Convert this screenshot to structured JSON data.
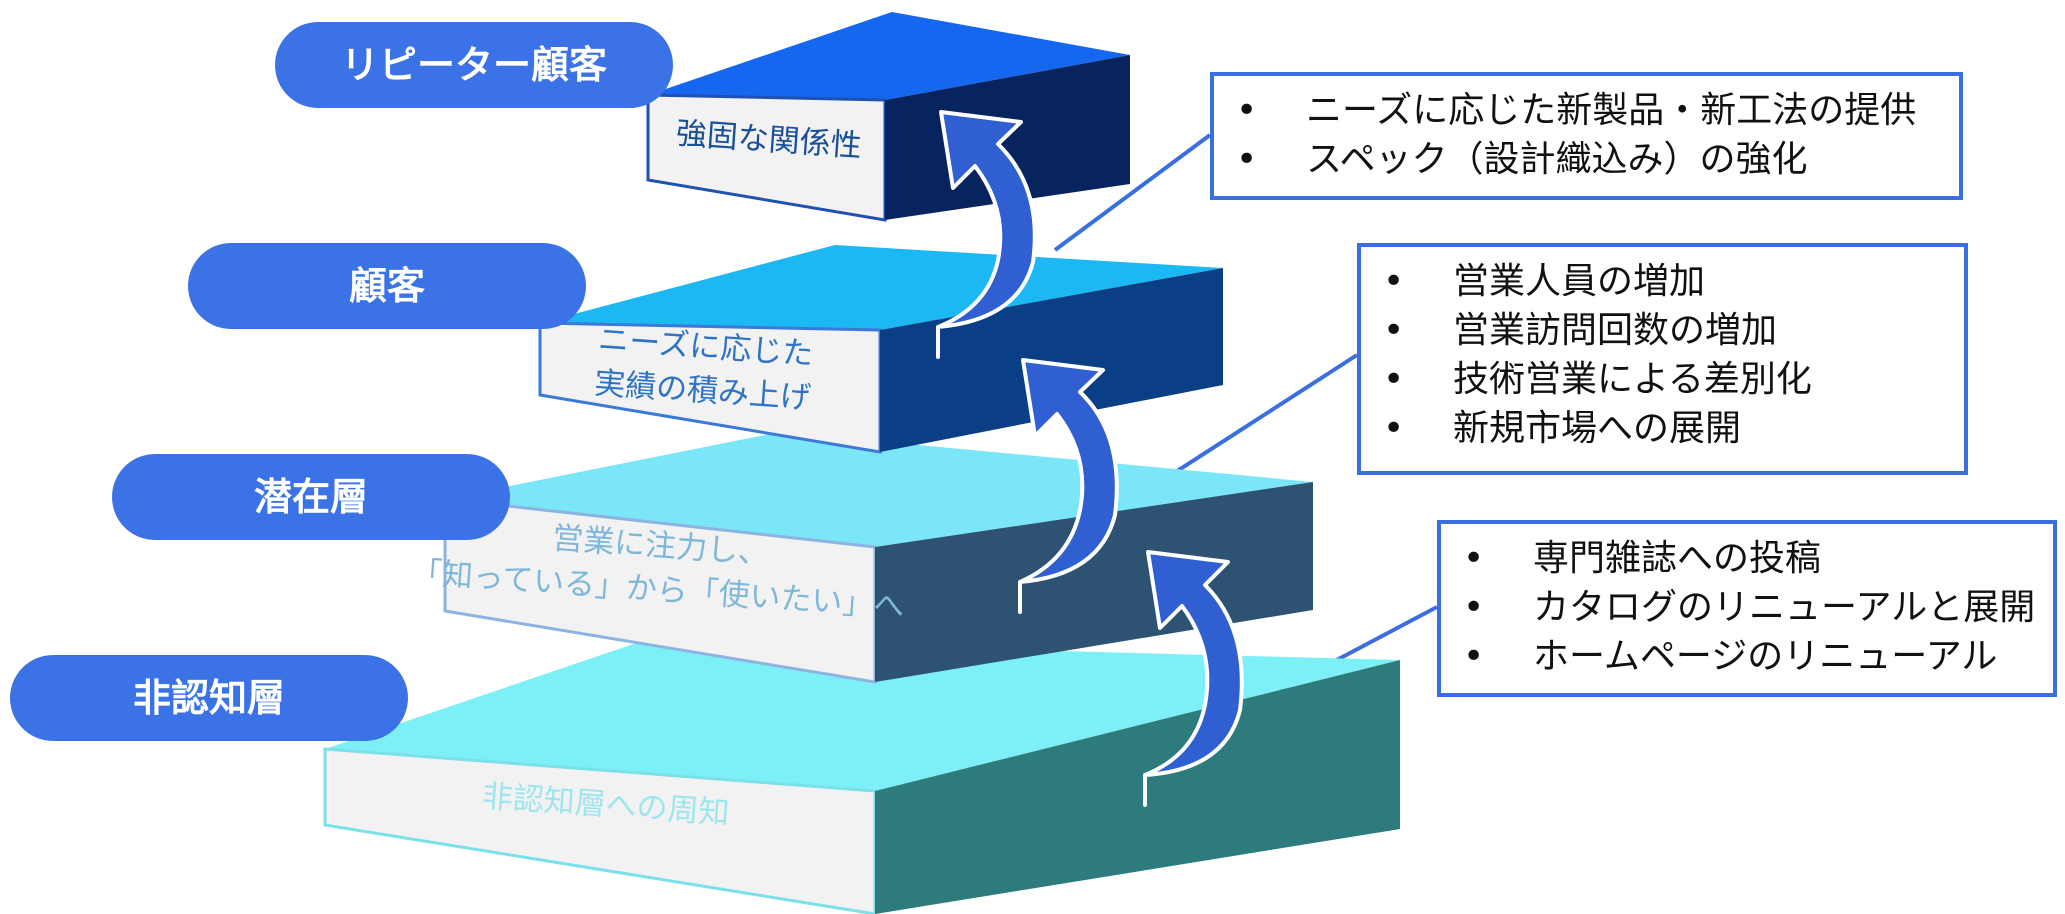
{
  "levels": [
    {
      "label": "非認知層",
      "front_lines": [
        "非認知層への周知"
      ],
      "colors": {
        "top": "#7cf0f6",
        "front": "#f2f2f2",
        "side": "#2d7b7c",
        "text": "#9de6ee",
        "border": "#7ae0ea"
      }
    },
    {
      "label": "潜在層",
      "front_lines": [
        "営業に注力し、",
        "「知っている」から「使いたい」へ"
      ],
      "colors": {
        "top": "#7ae6f8",
        "front": "#f2f2f2",
        "side": "#2e5272",
        "text": "#7fb7d8",
        "border": "#8db4e0"
      }
    },
    {
      "label": "顧客",
      "front_lines": [
        "ニーズに応じた",
        "実績の積み上げ"
      ],
      "colors": {
        "top": "#1cb8f4",
        "front": "#f2f2f2",
        "side": "#0a3f86",
        "text": "#2e74c4",
        "border": "#3b78d8"
      }
    },
    {
      "label": "リピーター顧客",
      "front_lines": [
        "強固な関係性"
      ],
      "colors": {
        "top": "#1467ee",
        "front": "#f2f2f2",
        "side": "#08245e",
        "text": "#1a4f9a",
        "border": "#2050b0"
      }
    }
  ],
  "callouts": {
    "top": {
      "items": [
        "ニーズに応じた新製品・新工法の提供",
        "スペック（設計織込み）の強化"
      ]
    },
    "middle": {
      "items": [
        "営業人員の増加",
        "営業訪問回数の増加",
        "技術営業による差別化",
        "新規市場への展開"
      ]
    },
    "bottom": {
      "items": [
        "専門雑誌への投稿",
        "カタログのリニューアルと展開",
        "ホームページのリニューアル"
      ]
    }
  },
  "bullet_char": "•",
  "colors": {
    "pill": "#3b73e6",
    "arrow": "#2f5fd0",
    "arrow_outline": "#ffffff",
    "callout_border": "#3b6fe0",
    "leader": "#3b6fe0"
  }
}
